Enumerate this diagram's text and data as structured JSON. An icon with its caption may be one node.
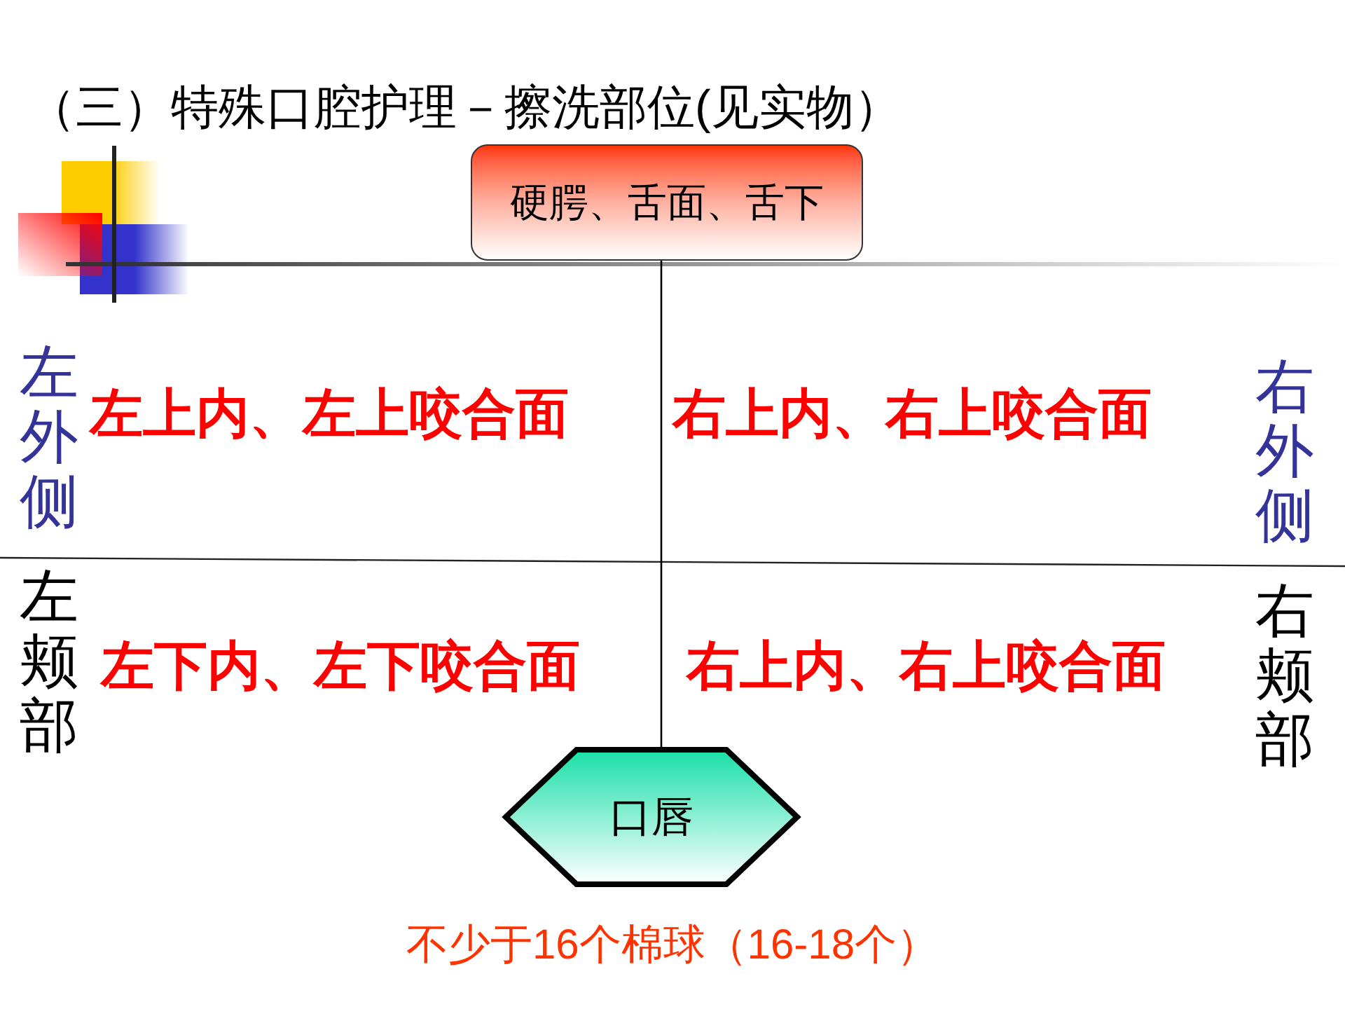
{
  "diagram": {
    "title": "（三）特殊口腔护理－擦洗部位(见实物）",
    "nodes": [
      {
        "text": [
          "硬腭、舌面、舌下"
        ]
      },
      {
        "text": [
          "口唇"
        ]
      }
    ],
    "edges": [
      {
        "from": 0,
        "to": 1,
        "arrow": "none"
      }
    ],
    "labels": [
      "左外侧",
      "左上内、左上咬合面",
      "右上内、右上咬合面",
      "右外侧",
      "左颊部",
      "左下内、左下咬合面",
      "右上内、右上咬合面",
      "右颊部",
      "不少于16个棉球（16-18个）"
    ]
  }
}
